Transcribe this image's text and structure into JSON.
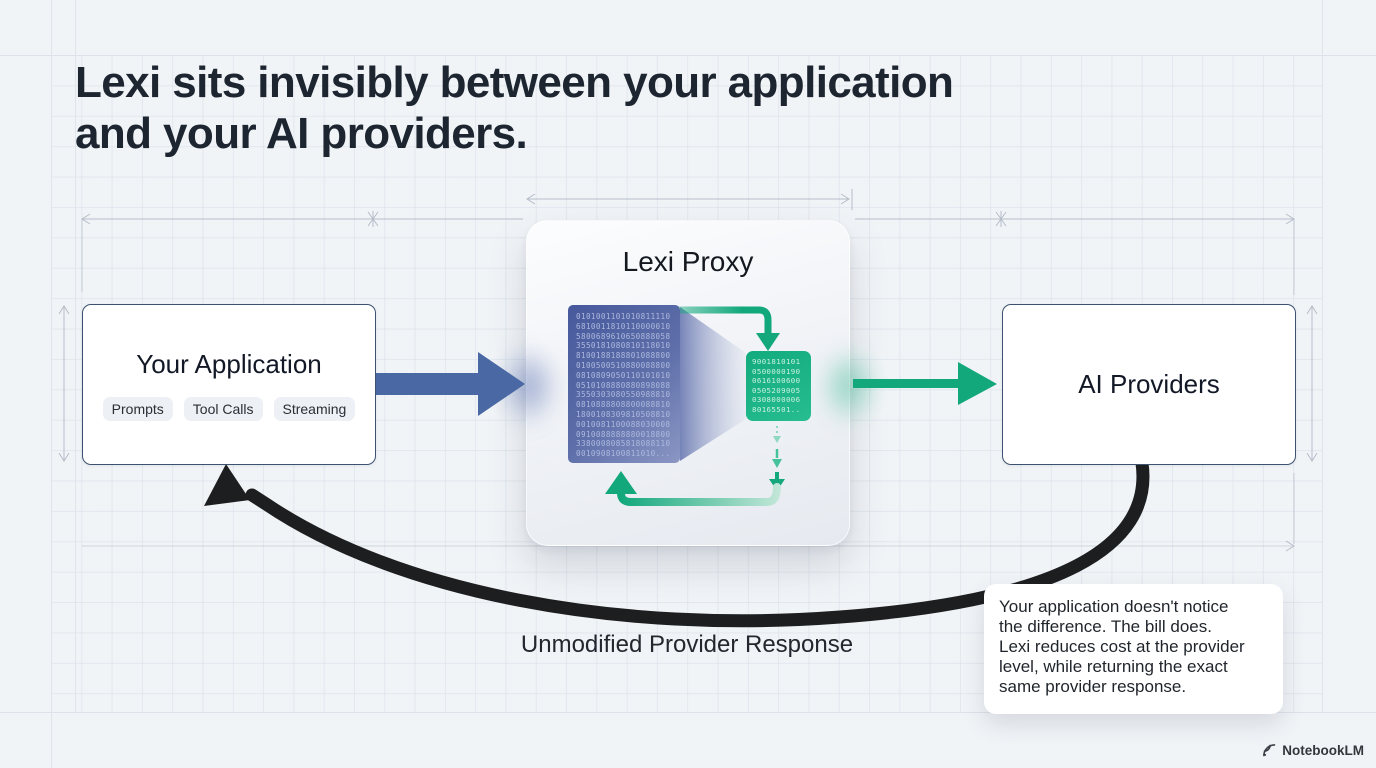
{
  "header": {
    "title_lines": [
      "Lexi sits invisibly between your application",
      "and your AI providers."
    ]
  },
  "diagram": {
    "application": {
      "label": "Your Application",
      "tags": [
        "Prompts",
        "Tool Calls",
        "Streaming"
      ]
    },
    "proxy": {
      "label": "Lexi Proxy",
      "input_bits": [
        "0101001101010811110",
        "6810011810110000010",
        "5800689610650888058",
        "3550181080810118010",
        "8100188188801088800",
        "0100500510880088800",
        "0810809050110101010",
        "0510108880880898088",
        "3550303080550988810",
        "0810888808800088810",
        "1800108309810508810",
        "0010081100088030008",
        "0910088888880018800",
        "3380008085818088110",
        "0010908100811010..."
      ],
      "output_bits": [
        "9001810101",
        "0500000190",
        "0616100600",
        "0505209005",
        "0308000006",
        "80165501.."
      ]
    },
    "providers": {
      "label": "AI Providers"
    },
    "return_label": "Unmodified Provider Response"
  },
  "note": {
    "lines": [
      "Your application doesn't notice",
      "the difference. The bill does.",
      "Lexi reduces cost at the provider",
      "level, while returning the exact",
      "same provider response."
    ]
  },
  "watermark": {
    "label": "NotebookLM"
  },
  "colors": {
    "accent_blue": "#4a69a4",
    "accent_green": "#12a87b",
    "arrow_black": "#1d1e20",
    "node_border": "#3c5270",
    "data_panel_blue": "#4d5f9e",
    "data_panel_green": "#16b286",
    "dimension_gray": "#a8b0bd"
  }
}
